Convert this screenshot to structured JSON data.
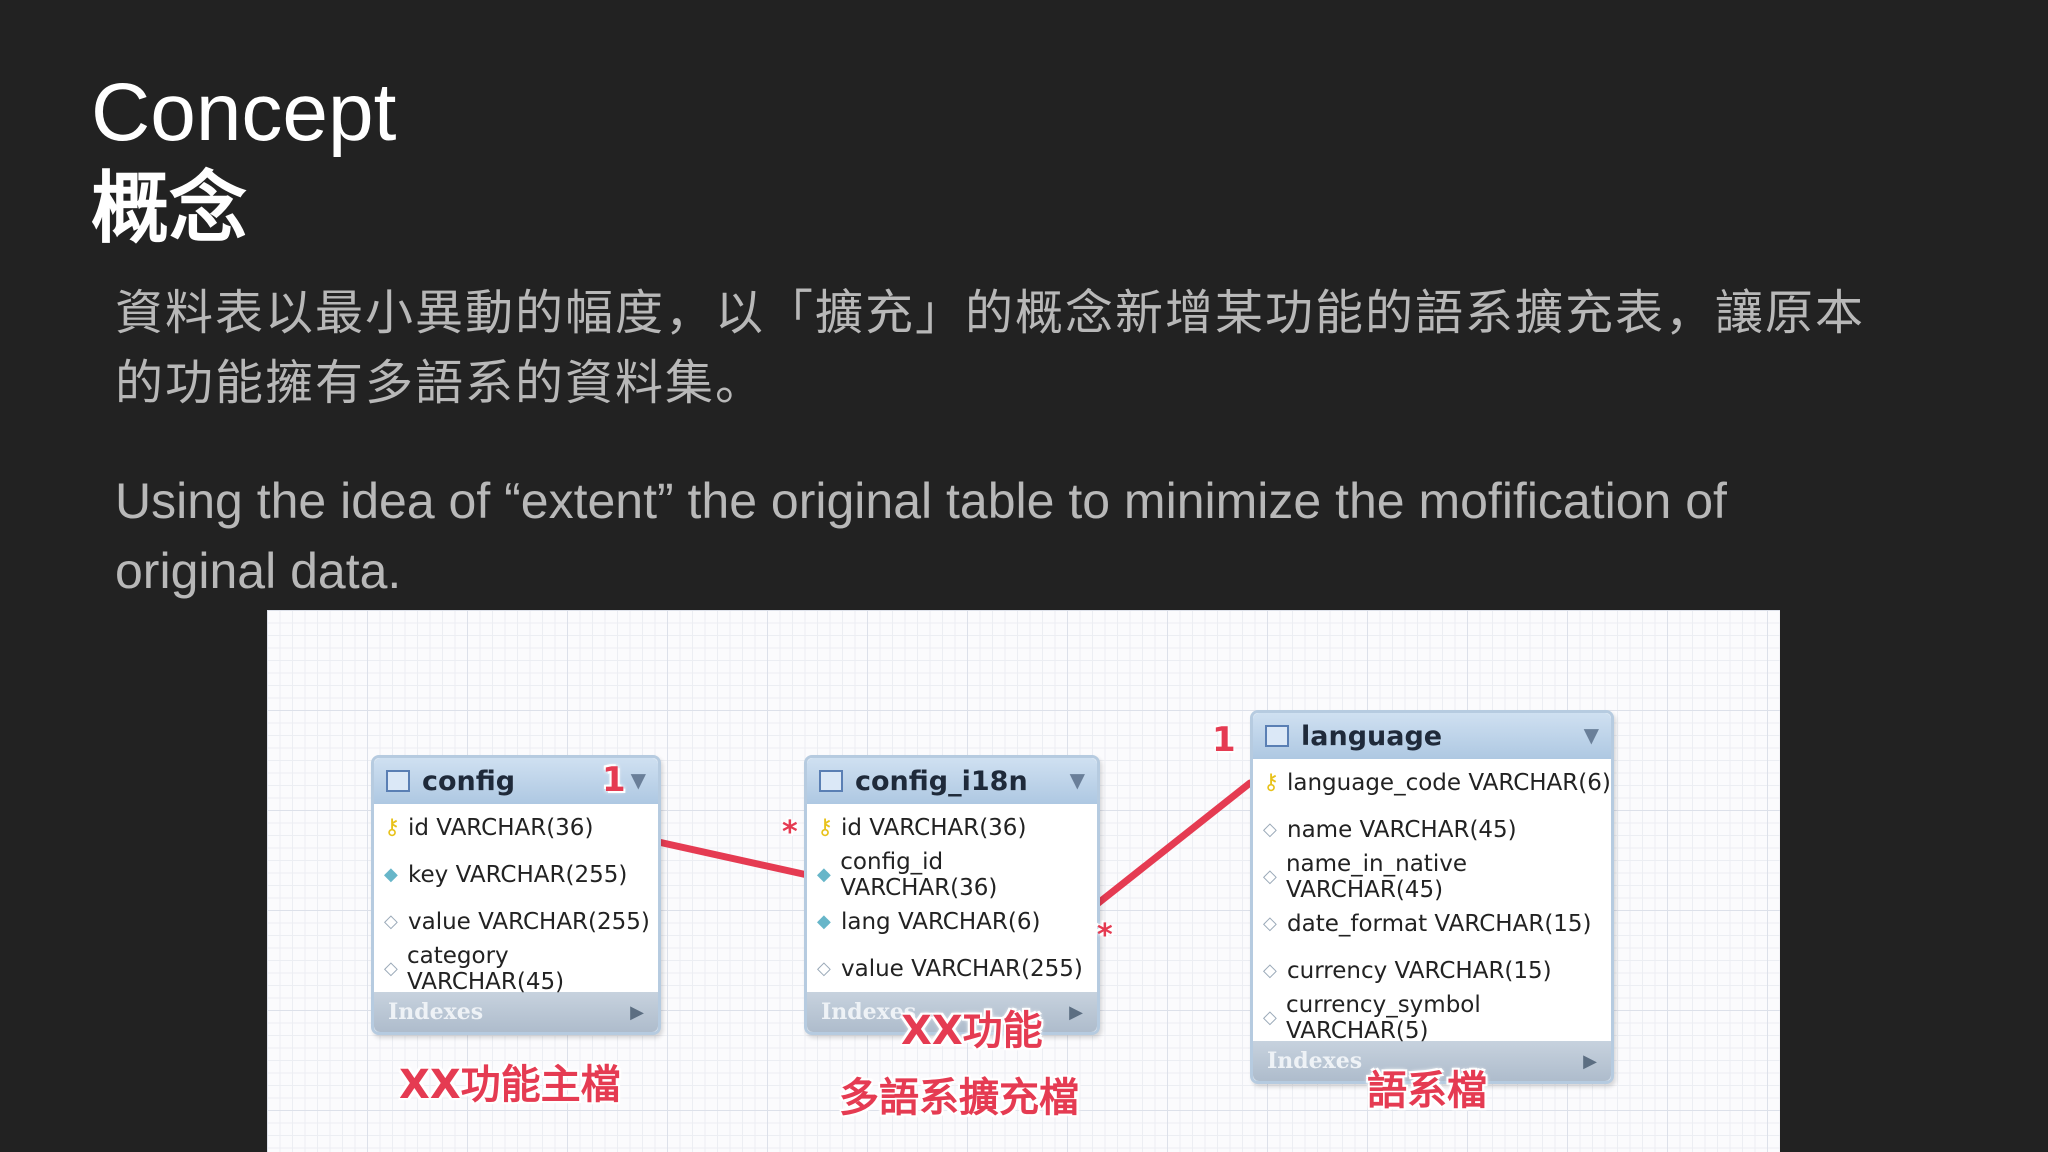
{
  "slide": {
    "title_en": "Concept",
    "title_zh": "概念",
    "paragraph_zh": "資料表以最小異動的幅度，以「擴充」的概念新增某功能的語系擴充表，讓原本的功能擁有多語系的資料集。",
    "paragraph_en": "Using the idea of “extent” the original table to minimize the mofification of original data."
  },
  "diagram": {
    "tables": [
      {
        "name": "config",
        "columns": [
          "id VARCHAR(36)",
          "key VARCHAR(255)",
          "value VARCHAR(255)",
          "category VARCHAR(45)"
        ],
        "footer": "Indexes"
      },
      {
        "name": "config_i18n",
        "columns": [
          "id VARCHAR(36)",
          "config_id VARCHAR(36)",
          "lang VARCHAR(6)",
          "value VARCHAR(255)"
        ],
        "footer": "Indexes"
      },
      {
        "name": "language",
        "columns": [
          "language_code VARCHAR(6)",
          "name VARCHAR(45)",
          "name_in_native VARCHAR(45)",
          "date_format VARCHAR(15)",
          "currency VARCHAR(15)",
          "currency_symbol VARCHAR(5)"
        ],
        "footer": "Indexes"
      }
    ],
    "annotations": {
      "config_label": "XX功能主檔",
      "i18n_label_top": "XX功能",
      "i18n_label_bottom": "多語系擴充檔",
      "language_label": "語系檔",
      "one": "1",
      "many": "*"
    },
    "colors": {
      "relation_line": "#e53b52",
      "label": "#e53b52",
      "table_header": "#aec8e2"
    }
  }
}
